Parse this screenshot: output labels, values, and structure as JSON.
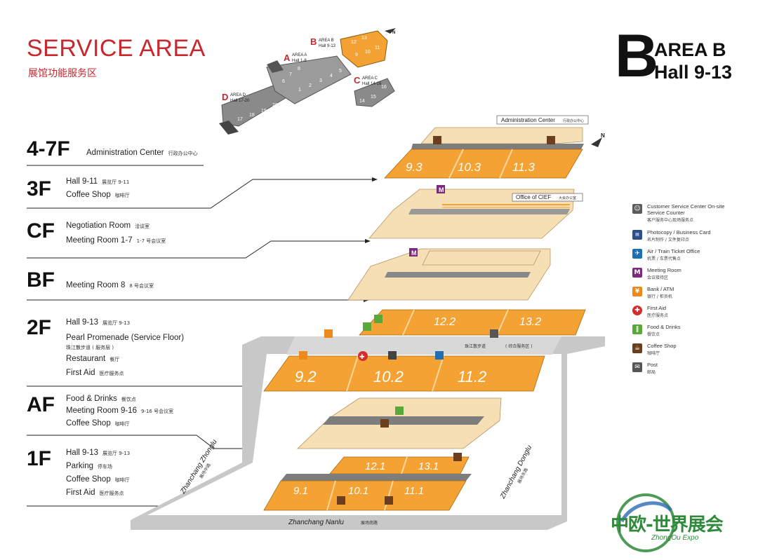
{
  "header": {
    "title_en": "SERVICE AREA",
    "title_zh": "展馆功能服务区",
    "area_letter": "B",
    "area_name": "AREA B",
    "area_halls": "Hall 9-13"
  },
  "keymap": {
    "area_a": {
      "letter": "A",
      "label": "AREA A",
      "halls": "Hall 1-8"
    },
    "area_b": {
      "letter": "B",
      "label": "AREA B",
      "halls": "Hall 9-13"
    },
    "area_c": {
      "letter": "C",
      "label": "AREA C",
      "halls": "Hall 14-16"
    },
    "area_d": {
      "letter": "D",
      "label": "AREA D",
      "halls": "Hall 17-20"
    },
    "hall_numbers_a": [
      "1",
      "2",
      "3",
      "4",
      "5",
      "6",
      "7",
      "8"
    ],
    "hall_numbers_b": [
      "9",
      "10",
      "11",
      "12",
      "13"
    ],
    "hall_numbers_c": [
      "14",
      "15",
      "16"
    ],
    "hall_numbers_d": [
      "17",
      "18",
      "19",
      "20"
    ],
    "north": "N"
  },
  "floors": [
    {
      "label": "4-7F",
      "lines": [
        {
          "en": "Administration Center",
          "zh": "行政办公中心"
        }
      ]
    },
    {
      "label": "3F",
      "lines": [
        {
          "en": "Hall 9-11",
          "zh": "展览厅 9-11"
        },
        {
          "en": "Coffee Shop",
          "zh": "咖啡厅"
        }
      ]
    },
    {
      "label": "CF",
      "lines": [
        {
          "en": "Negotiation Room",
          "zh": "洽谈室"
        },
        {
          "en": "Meeting Room 1-7",
          "zh": "1-7 号会议室"
        }
      ]
    },
    {
      "label": "BF",
      "lines": [
        {
          "en": "Meeting Room 8",
          "zh": "8 号会议室"
        }
      ]
    },
    {
      "label": "2F",
      "lines": [
        {
          "en": "Hall 9-13",
          "zh": "展览厅 9-13"
        },
        {
          "en": "Pearl Promenade (Service Floor)",
          "zh": ""
        },
        {
          "en": "Restaurant",
          "zh": "餐厅"
        },
        {
          "en": "First Aid",
          "zh": "医疗服务点"
        }
      ],
      "extra_zh": "珠江散步道 ( 服务层 )"
    },
    {
      "label": "AF",
      "lines": [
        {
          "en": "Food & Drinks",
          "zh": "餐饮点"
        },
        {
          "en": "Meeting Room 9-16",
          "zh": "9-16 号会议室"
        },
        {
          "en": "Coffee Shop",
          "zh": "咖啡厅"
        }
      ]
    },
    {
      "label": "1F",
      "lines": [
        {
          "en": "Hall 9-13",
          "zh": "展览厅 9-13"
        },
        {
          "en": "Parking",
          "zh": "停车场"
        },
        {
          "en": "Coffee Shop",
          "zh": "咖啡厅"
        },
        {
          "en": "First Aid",
          "zh": "医疗服务点"
        }
      ]
    }
  ],
  "map": {
    "admin_callout": {
      "en": "Administration Center",
      "zh": "行政办公中心"
    },
    "cief_callout": {
      "en": "Office of  CIEF",
      "zh": "大会办公室"
    },
    "promenade_zh": "珠江散步道",
    "service_zh": "( 综合服务区 )",
    "halls_3f": [
      "9.3",
      "10.3",
      "11.3"
    ],
    "halls_2f_front": [
      "9.2",
      "10.2",
      "11.2"
    ],
    "halls_2f_back": [
      "12.2",
      "13.2"
    ],
    "halls_1f_front": [
      "9.1",
      "10.1",
      "11.1"
    ],
    "halls_1f_back": [
      "12.1",
      "13.1"
    ],
    "roads": {
      "west": {
        "en": "Zhanchang Zhonglu",
        "zh": "展场中路"
      },
      "east": {
        "en": "Zhanchang Donglu",
        "zh": "展场东路"
      },
      "south": {
        "en": "Zhanchang Nanlu",
        "zh": "展场南路"
      }
    },
    "north": "N"
  },
  "legend": [
    {
      "icon": "customer-service-icon",
      "color": "#5b5b5b",
      "glyph": "☺",
      "en": [
        "Customer Service Center On-site",
        "Service Counter"
      ],
      "zh": "客户服务中心现场服务点"
    },
    {
      "icon": "photocopy-icon",
      "color": "#2c4f8a",
      "glyph": "▤",
      "en": [
        "Photocopy / Business Card"
      ],
      "zh": "名片制作 / 文件复印点"
    },
    {
      "icon": "ticket-office-icon",
      "color": "#1f6fb2",
      "glyph": "✈",
      "en": [
        "Air / Train Ticket Office"
      ],
      "zh": "机票 / 车票代售点"
    },
    {
      "icon": "meeting-room-icon",
      "color": "#7b2a7c",
      "glyph": "M",
      "en": [
        "Meeting Room"
      ],
      "zh": "会议接待区"
    },
    {
      "icon": "bank-atm-icon",
      "color": "#ee8a1c",
      "glyph": "¥",
      "en": [
        "Bank / ATM"
      ],
      "zh": "银行 / 柜员机"
    },
    {
      "icon": "first-aid-icon",
      "color": "#d52b2b",
      "glyph": "✚",
      "en": [
        "First Aid"
      ],
      "zh": "医疗服务点"
    },
    {
      "icon": "food-drinks-icon",
      "color": "#5aa83a",
      "glyph": "‖",
      "en": [
        "Food & Drinks"
      ],
      "zh": "餐饮点"
    },
    {
      "icon": "coffee-shop-icon",
      "color": "#6b3e1e",
      "glyph": "☕",
      "en": [
        "Coffee Shop"
      ],
      "zh": "咖啡厅"
    },
    {
      "icon": "post-icon",
      "color": "#555555",
      "glyph": "✉",
      "en": [
        "Post"
      ],
      "zh": "邮局"
    }
  ],
  "logo": {
    "zh": "中欧-世界展会",
    "en": "ZhongOu Expo"
  },
  "colors": {
    "orange": "#f4a233",
    "beige": "#f6dfb5",
    "grey": "#8c8c8c",
    "red": "#c8272d"
  }
}
